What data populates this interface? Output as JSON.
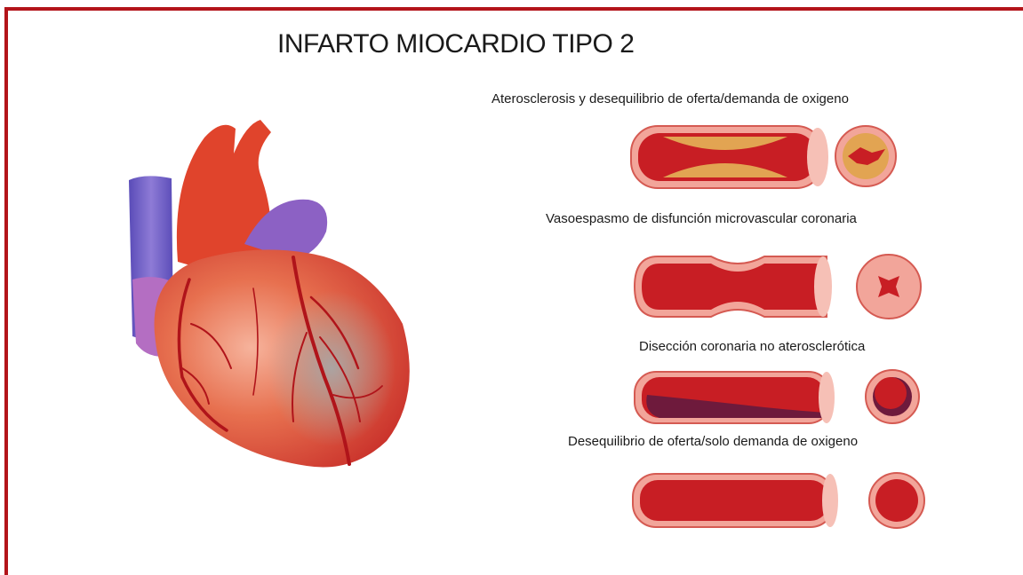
{
  "title": "INFARTO MIOCARDIO TIPO 2",
  "panels": [
    {
      "caption": "Aterosclerosis y desequilibrio  de oferta/demanda de oxigeno",
      "icon": "atherosclerotic-vessel"
    },
    {
      "caption": "Vasoespasmo de disfunción microvascular coronaria",
      "icon": "vasospasm-vessel"
    },
    {
      "caption": "Disección coronaria no aterosclerótica",
      "icon": "dissection-vessel"
    },
    {
      "caption": "Desequilibrio de oferta/solo demanda de oxigeno",
      "icon": "normal-vessel"
    }
  ],
  "colors": {
    "frame": "#b3141a",
    "vessel_wall": "#f2a59a",
    "vessel_lumen": "#c81e24",
    "plaque": "#e2a452",
    "heart": "#d9432f",
    "vena": "#7b63c6"
  }
}
